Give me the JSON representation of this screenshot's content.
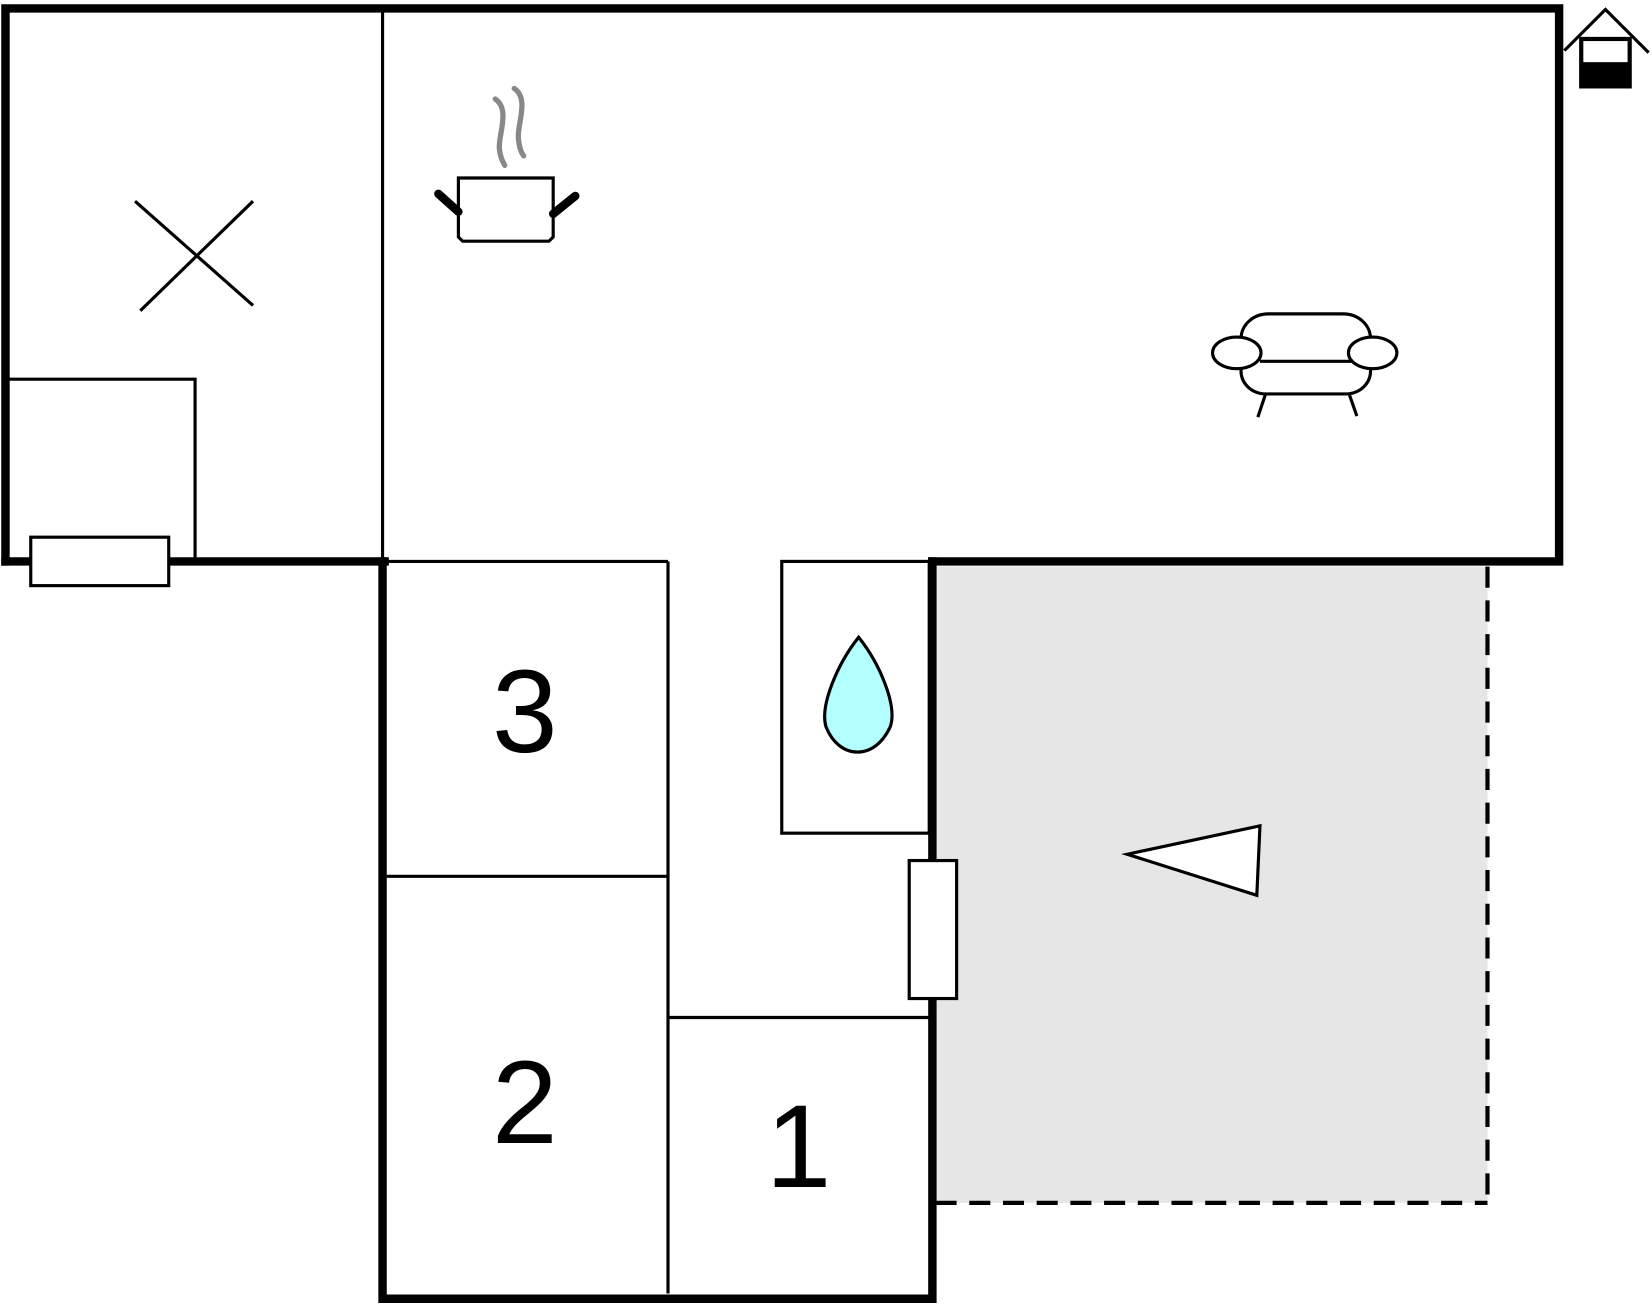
{
  "plan": {
    "rooms": [
      {
        "id": "bedroom-1",
        "label": "1"
      },
      {
        "id": "bedroom-2",
        "label": "2"
      },
      {
        "id": "bedroom-3",
        "label": "3"
      }
    ],
    "icons": [
      "house-icon",
      "kitchen-pot-icon",
      "sofa-icon",
      "water-drop-icon",
      "x-mark-icon",
      "compass-triangle-icon"
    ],
    "colors": {
      "wall": "#000000",
      "terrace": "#e6e6e6",
      "water": "#b3ffff",
      "steam": "#888888"
    }
  }
}
